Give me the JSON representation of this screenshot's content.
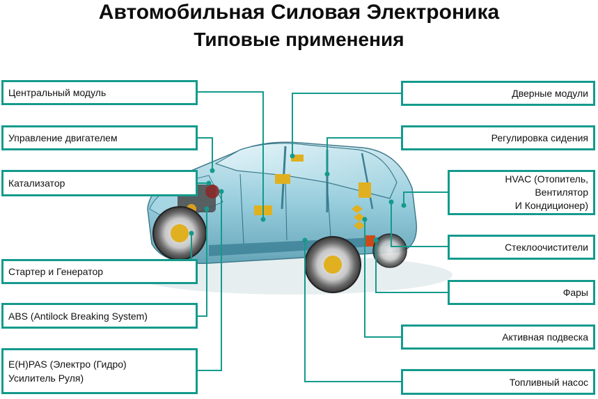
{
  "title": {
    "line1": "Автомобильная Силовая Электроника",
    "line2": "Типовые применения"
  },
  "labels": {
    "central_module": "Центральный модуль",
    "engine_control": "Управление двигателем",
    "catalyst": "Катализатор",
    "starter_generator": "Стартер и Генератор",
    "abs": "ABS (Antilock Breaking System)",
    "ehpas": "E(H)PAS (Электро (Гидро)\nУсилитель Руля)",
    "door_modules": "Дверные модули",
    "seat_adjustment": "Регулировка сидения",
    "hvac": "HVAC (Отопитель,\nВентилятор\nИ Кондиционер)",
    "wipers": "Стеклоочистители",
    "headlights": "Фары",
    "active_suspension": "Активная подвеска",
    "fuel_pump": "Топливный насос"
  },
  "colors": {
    "accent": "#149a8c",
    "car_body": "#7fc6d6",
    "car_outline": "#2f6f82",
    "components": "#e0b020"
  }
}
